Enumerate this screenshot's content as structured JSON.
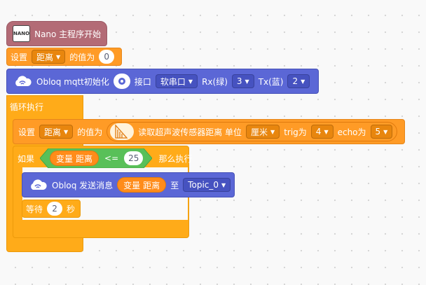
{
  "hat": {
    "icon_text": "NANO",
    "label": "Nano 主程序开始"
  },
  "set1": {
    "set_label": "设置",
    "variable": "距离",
    "value_label": "的值为",
    "value": "0"
  },
  "obloq_init": {
    "label": "Obloq mqtt初始化",
    "port_label": "接口",
    "port": "软串口",
    "rx_label": "Rx(绿)",
    "rx": "3",
    "tx_label": "Tx(蓝)",
    "tx": "2"
  },
  "loop": {
    "label": "循环执行"
  },
  "set2": {
    "set_label": "设置",
    "variable": "距离",
    "value_label": "的值为",
    "sensor_label": "读取超声波传感器距离 单位",
    "unit": "厘米",
    "trig_label": "trig为",
    "trig": "4",
    "echo_label": "echo为",
    "echo": "5"
  },
  "if_block": {
    "if_label": "如果",
    "var_prefix": "变量",
    "var_name": "距离",
    "operator": "<=",
    "value": "25",
    "then_label": "那么执行"
  },
  "send": {
    "label": "Obloq 发送消息",
    "var_prefix": "变量",
    "var_name": "距离",
    "to_label": "至",
    "topic": "Topic_0"
  },
  "wait": {
    "label": "等待",
    "value": "2",
    "unit": "秒"
  },
  "colors": {
    "control": "#ffab19",
    "data": "#ff9b26",
    "obloq": "#5b67d6",
    "operator": "#59c059",
    "hat": "#b36b76",
    "variable": "#ff8c1a"
  }
}
